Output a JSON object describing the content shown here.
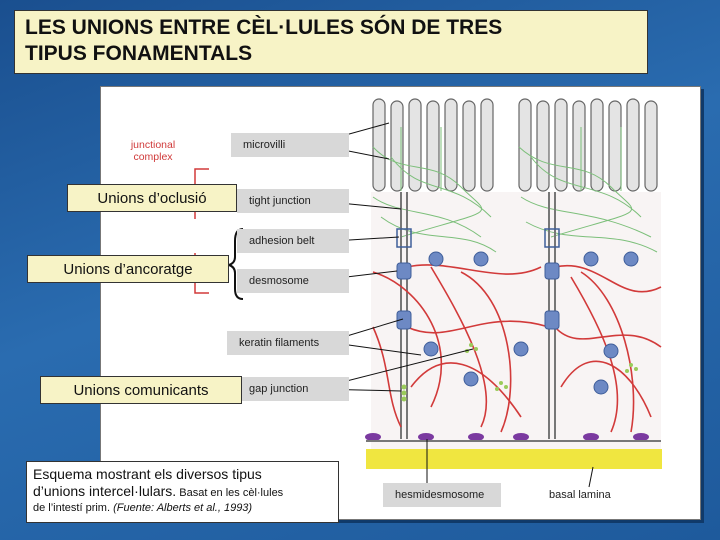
{
  "title": {
    "line1": "LES UNIONS ENTRE CÈL·LULES SÓN DE TRES",
    "line2": "TIPUS FONAMENTALS"
  },
  "diagram_labels": {
    "microvilli": "microvilli",
    "tight_junction": "tight junction",
    "adhesion_belt": "adhesion belt",
    "desmosome": "desmosome",
    "keratin_filaments": "keratin filaments",
    "gap_junction": "gap junction",
    "hemidesmosome": "hesmidesmosome",
    "basal_lamina": "basal lamina",
    "junctional_complex_1": "junctional",
    "junctional_complex_2": "complex"
  },
  "callouts": {
    "occlusion": "Unions d’oclusió",
    "anchoring": "Unions d’ancoratge",
    "communicating": "Unions comunicants"
  },
  "caption": {
    "main": "Esquema mostrant els diversos tipus",
    "main2": "d’unions intercel·lulars.",
    "note": " Basat en les cèl·lules",
    "note2": "de l’intestí prim. ",
    "source": "(Fuente: Alberts et al., 1993)"
  },
  "colors": {
    "title_bg": "#f7f3c6",
    "filament_red": "#d23a3a",
    "microvilli_green": "#7cbf7a",
    "desmosome_blue": "#6d89c4",
    "basal_lamina_yellow": "#f0e640"
  }
}
